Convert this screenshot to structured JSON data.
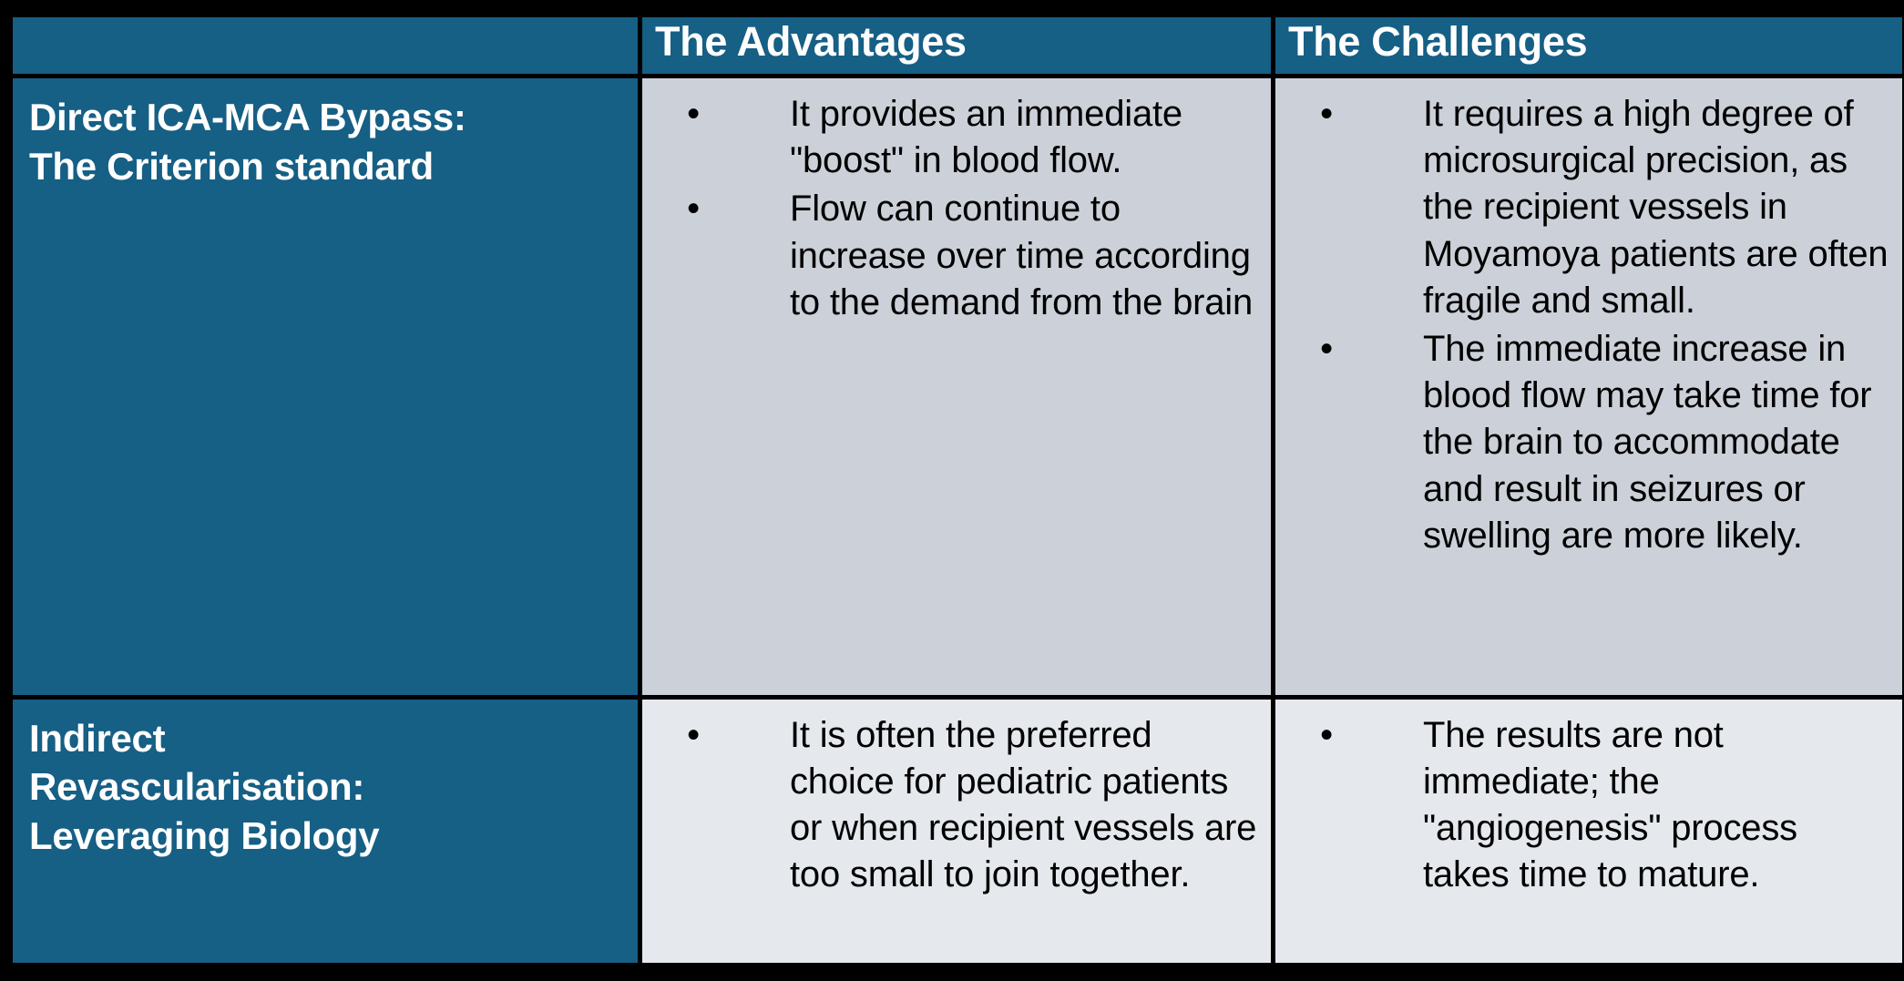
{
  "slide": {
    "background_color": "#000000",
    "accent_color": "#165f85",
    "row1_cell_color": "#ccd1d9",
    "row2_cell_color": "#e5e8ec",
    "bullet_glyph": "•"
  },
  "table": {
    "header": {
      "corner_label": "",
      "columns": [
        {
          "label": "The Advantages"
        },
        {
          "label": "The Challenges"
        }
      ]
    },
    "rows": [
      {
        "label_lines": [
          "Direct ICA-MCA Bypass:",
          "The Criterion standard"
        ],
        "advantages": [
          "It provides an immediate \"boost\" in blood flow.",
          "Flow can continue to increase over time according to the demand from the brain"
        ],
        "challenges": [
          "It requires a high degree of microsurgical precision, as the recipient vessels in Moyamoya patients are often fragile and small.",
          "The immediate increase in blood flow may take time for the brain to accommodate and result in seizures or swelling are more likely."
        ]
      },
      {
        "label_lines": [
          "Indirect",
          "Revascularisation:",
          "Leveraging Biology"
        ],
        "advantages": [
          "It is often the preferred choice for pediatric patients or when recipient vessels are too small to join together."
        ],
        "challenges": [
          "The results are not immediate; the \"angiogenesis\" process takes time to mature."
        ]
      }
    ]
  }
}
